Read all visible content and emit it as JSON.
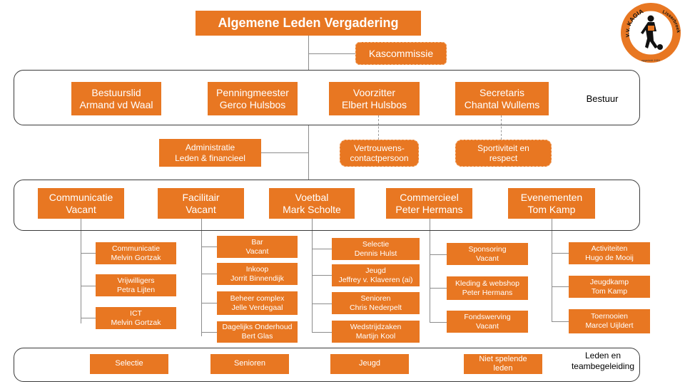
{
  "colors": {
    "orange": "#e87722",
    "line": "#8c8c8c",
    "band_border": "#3a3a3a"
  },
  "top": {
    "title": "Algemene Leden Vergadering"
  },
  "kascommissie": "Kascommissie",
  "bestuur": {
    "label": "Bestuur",
    "members": [
      {
        "role": "Bestuurslid",
        "name": "Armand vd Waal"
      },
      {
        "role": "Penningmeester",
        "name": "Gerco Hulsbos"
      },
      {
        "role": "Voorzitter",
        "name": "Elbert Hulsbos"
      },
      {
        "role": "Secretaris",
        "name": "Chantal Wullems"
      }
    ]
  },
  "support": {
    "administratie": {
      "l1": "Administratie",
      "l2": "Leden & financieel"
    },
    "vertrouwens": {
      "l1": "Vertrouwens-",
      "l2": "contactpersoon"
    },
    "sportiviteit": {
      "l1": "Sportiviteit en",
      "l2": "respect"
    }
  },
  "commissies": [
    {
      "name": "Communicatie",
      "lead": "Vacant"
    },
    {
      "name": "Facilitair",
      "lead": "Vacant"
    },
    {
      "name": "Voetbal",
      "lead": "Mark Scholte"
    },
    {
      "name": "Commercieel",
      "lead": "Peter Hermans"
    },
    {
      "name": "Evenementen",
      "lead": "Tom Kamp"
    }
  ],
  "sub": {
    "communicatie": [
      {
        "l1": "Communicatie",
        "l2": "Melvin Gortzak"
      },
      {
        "l1": "Vrijwilligers",
        "l2": "Petra Lijten"
      },
      {
        "l1": "ICT",
        "l2": "Melvin Gortzak"
      }
    ],
    "facilitair": [
      {
        "l1": "Bar",
        "l2": "Vacant"
      },
      {
        "l1": "Inkoop",
        "l2": "Jorrit Binnendijk"
      },
      {
        "l1": "Beheer complex",
        "l2": "Jelle Verdegaal"
      },
      {
        "l1": "Dagelijks Onderhoud",
        "l2": "Bert Glas"
      }
    ],
    "voetbal": [
      {
        "l1": "Selectie",
        "l2": "Dennis Hulst"
      },
      {
        "l1": "Jeugd",
        "l2": "Jeffrey v. Klaveren (ai)"
      },
      {
        "l1": "Senioren",
        "l2": "Chris Nederpelt"
      },
      {
        "l1": "Wedstrijdzaken",
        "l2": "Martijn Kool"
      }
    ],
    "commercieel": [
      {
        "l1": "Sponsoring",
        "l2": "Vacant"
      },
      {
        "l1": "Kleding & webshop",
        "l2": "Peter Hermans"
      },
      {
        "l1": "Fondswerving",
        "l2": "Vacant"
      }
    ],
    "evenementen": [
      {
        "l1": "Activiteiten",
        "l2": "Hugo de Mooij"
      },
      {
        "l1": "Jeugdkamp",
        "l2": "Tom Kamp"
      },
      {
        "l1": "Toernooien",
        "l2": "Marcel Uijldert"
      }
    ]
  },
  "leden": {
    "label_l1": "Leden en",
    "label_l2": "teambegeleiding",
    "groups": [
      "Selectie",
      "Senioren",
      "Jeugd"
    ],
    "niet_l1": "Niet spelende",
    "niet_l2": "leden"
  },
  "logo": {
    "text_top": "v.v. KAGIA",
    "text_right": "Lisserbroek",
    "founded": "opgericht 1951"
  }
}
